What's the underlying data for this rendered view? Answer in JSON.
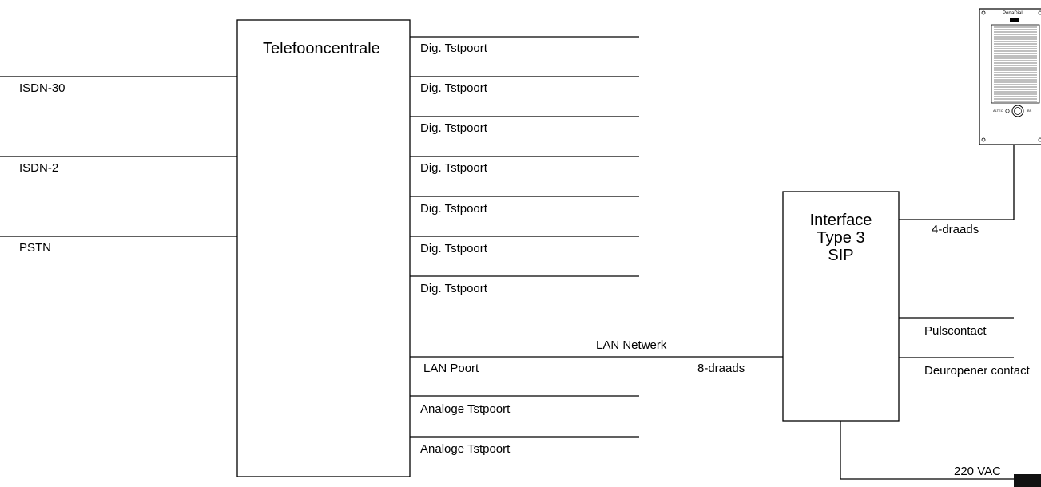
{
  "pbx": {
    "title": "Telefooncentrale",
    "inputs": [
      "ISDN-30",
      "ISDN-2",
      "PSTN"
    ],
    "ports": [
      "Dig. Tstpoort",
      "Dig. Tstpoort",
      "Dig. Tstpoort",
      "Dig. Tstpoort",
      "Dig. Tstpoort",
      "Dig. Tstpoort",
      "Dig. Tstpoort",
      "LAN Poort",
      "Analoge Tstpoort",
      "Analoge Tstpoort"
    ]
  },
  "network": {
    "lan_label": "LAN Netwerk",
    "wire_label": "8-draads"
  },
  "interface": {
    "line1": "Interface",
    "line2": "Type 3",
    "line3": "SIP",
    "outputs": {
      "device_wire": "4-draads",
      "puls": "Pulscontact",
      "door": "Deuropener contact",
      "power": "220 VAC"
    }
  },
  "device": {
    "brand": "PortaDial",
    "left_mark": "ALTEC",
    "right_mark": "BS"
  }
}
